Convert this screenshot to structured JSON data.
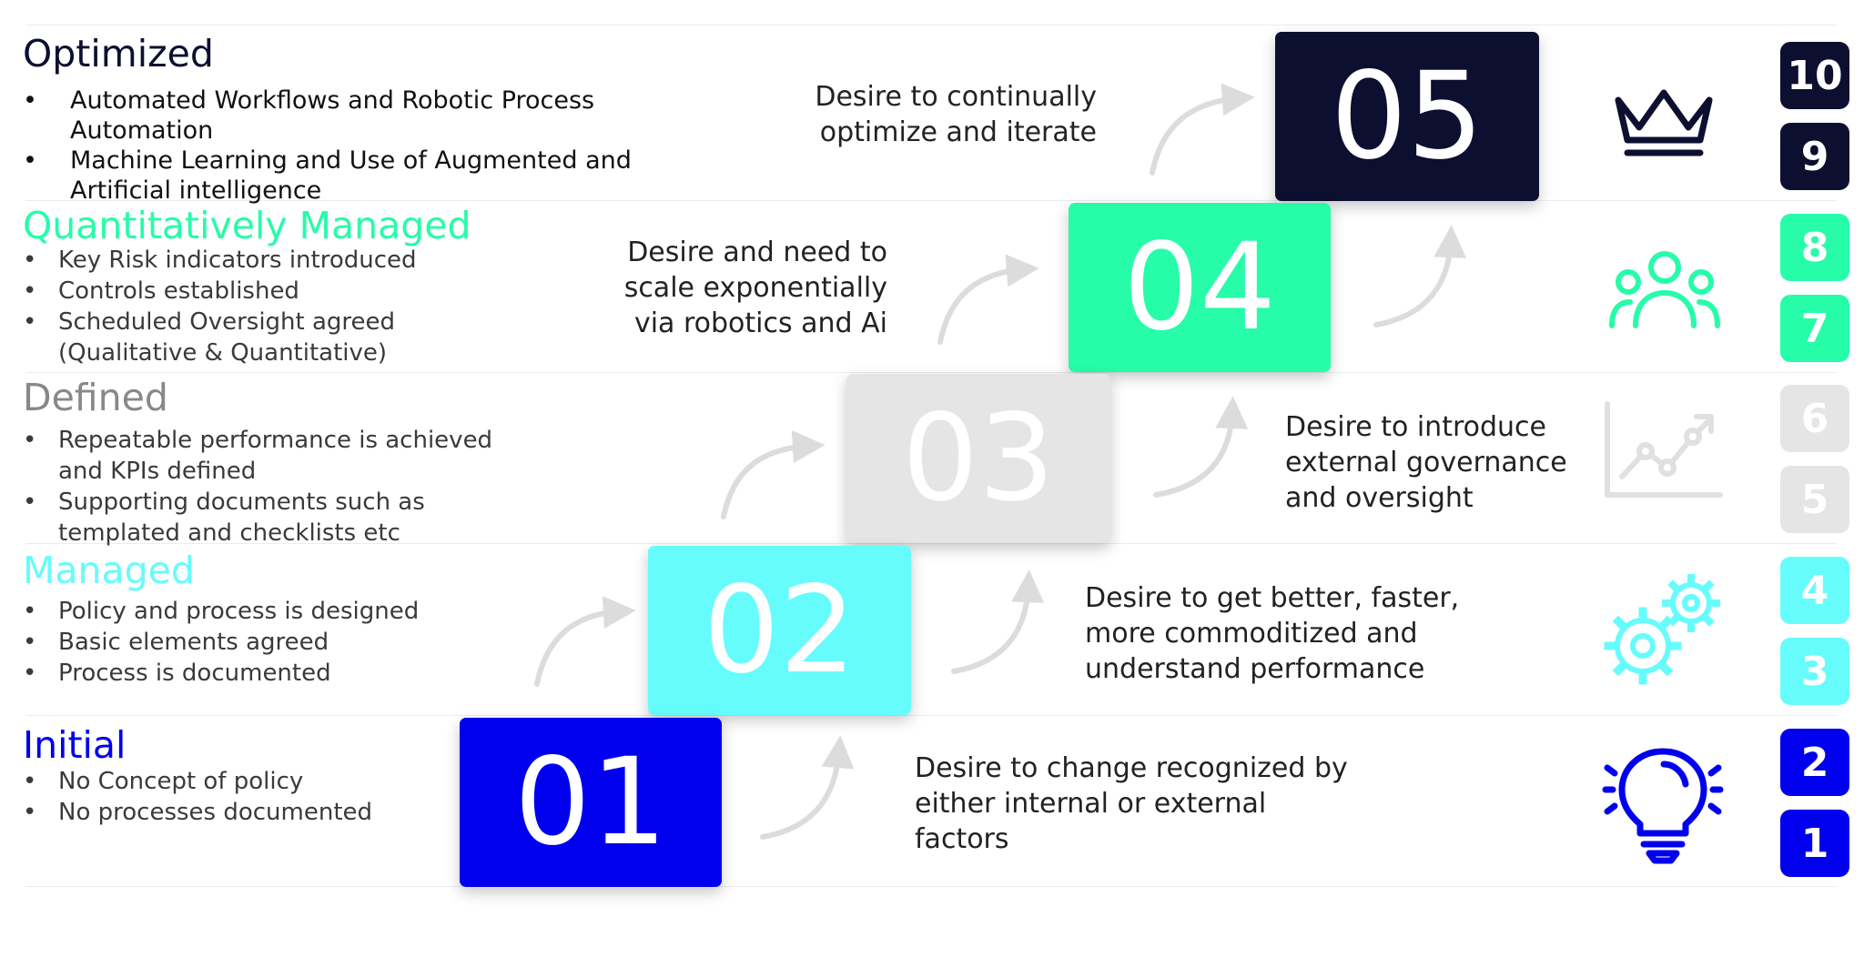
{
  "colors": {
    "optimized": "#0c0f2f",
    "quantitative": "#27fca9",
    "defined": "#e5e5e5",
    "defined_text": "#888888",
    "managed": "#67fcfc",
    "initial": "#0000ee",
    "arrow": "#dcdcdc"
  },
  "levels": [
    {
      "title": "Optimized",
      "bullets": [
        "Automated Workflows and Robotic Process Automation",
        "Machine Learning and Use of Augmented and Artificial intelligence"
      ],
      "step": "05",
      "desire": "Desire to continually\noptimize and iterate",
      "badges": [
        "10",
        "9"
      ],
      "icon": "crown-icon"
    },
    {
      "title": "Quantitatively Managed",
      "bullets": [
        "Key Risk indicators introduced",
        "Controls established",
        "Scheduled Oversight agreed (Qualitative & Quantitative)"
      ],
      "step": "04",
      "desire": "Desire and need to\nscale exponentially\nvia robotics and Ai",
      "badges": [
        "8",
        "7"
      ],
      "icon": "users-icon"
    },
    {
      "title": "Defined",
      "bullets": [
        "Repeatable performance is achieved and KPIs defined",
        "Supporting documents such as templated and checklists etc"
      ],
      "step": "03",
      "desire": "Desire to introduce\nexternal governance\nand oversight",
      "badges": [
        "6",
        "5"
      ],
      "icon": "line-chart-icon"
    },
    {
      "title": "Managed",
      "bullets": [
        "Policy and process is designed",
        "Basic elements agreed",
        "Process is documented"
      ],
      "step": "02",
      "desire": "Desire to get better, faster,\nmore commoditized and\nunderstand performance",
      "badges": [
        "4",
        "3"
      ],
      "icon": "gears-icon"
    },
    {
      "title": "Initial",
      "bullets": [
        "No Concept of policy",
        "No processes documented"
      ],
      "step": "01",
      "desire": "Desire to change recognized by\neither internal or external\nfactors",
      "badges": [
        "2",
        "1"
      ],
      "icon": "lightbulb-icon"
    }
  ]
}
